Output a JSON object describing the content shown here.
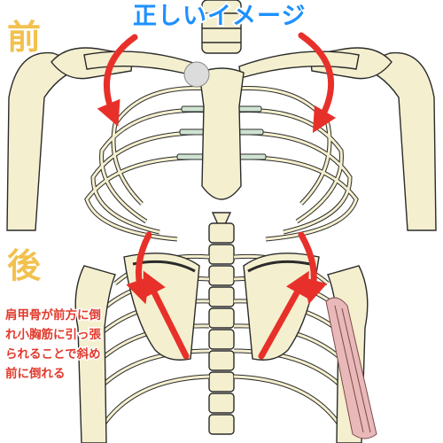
{
  "header": {
    "title": "正しいイメージ"
  },
  "labels": {
    "front": "前",
    "back": "後"
  },
  "caption": {
    "lines": [
      "肩甲骨が前方に倒",
      "れ小胸筋に引っ張",
      "られることで斜め",
      "前に倒れる"
    ]
  },
  "colors": {
    "title": "#1e90ff",
    "label": "#f2c14e",
    "arrow": "#e8302a",
    "bone": "#f4efce",
    "cartilage": "#cfe3d2",
    "muscle": "#e9b8b8"
  },
  "icons": {
    "front_arrows": "curved-arrow-icon",
    "back_arrows": "curved-arrow-icon"
  }
}
